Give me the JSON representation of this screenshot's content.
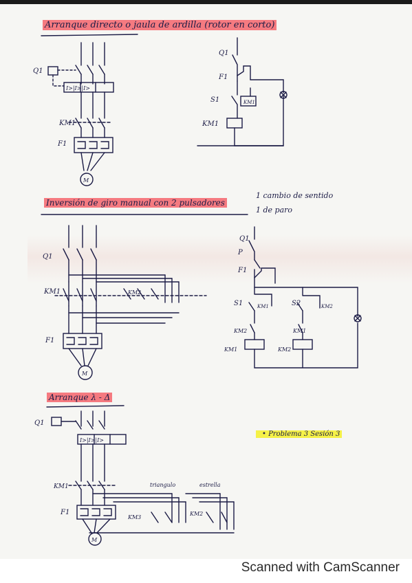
{
  "sections": {
    "s1": {
      "title": "Arranque directo o jaula de ardilla (rotor en corto)"
    },
    "s2": {
      "title": "Inversión de giro manual con 2 pulsadores",
      "note_line1": "1 cambio de sentido",
      "note_line2": "1 de paro"
    },
    "s3": {
      "title": "Arranque λ - Δ"
    },
    "note": "• Problema 3 Sesión 3"
  },
  "labels": {
    "Q1": "Q1",
    "F1": "F1",
    "KM1": "KM1",
    "KM2": "KM2",
    "KM3": "KM3",
    "M": "M",
    "P": "P",
    "S1": "S1",
    "S2": "S2",
    "F1s": "F1",
    "ol": "I>|I>|I>",
    "triangulo": "triangulo",
    "estrella": "estrella"
  },
  "footer": "Scanned with CamScanner"
}
